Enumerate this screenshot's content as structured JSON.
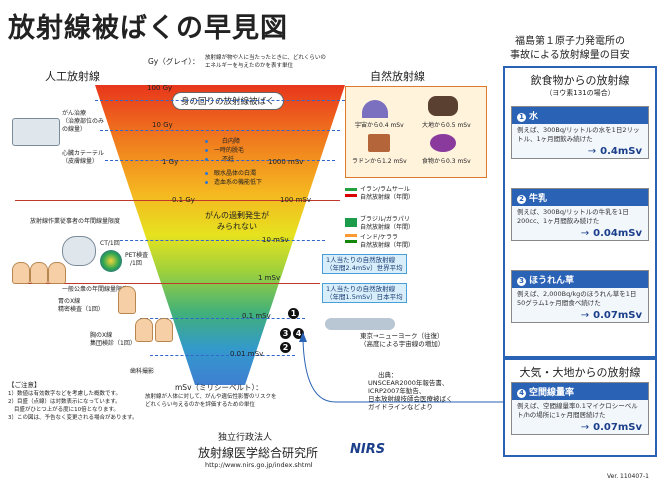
{
  "title": "放射線被ばくの早見図",
  "header": {
    "artificial": "人工放射線",
    "natural": "自然放射線",
    "gy_note_label": "Gy（グレイ）：",
    "gy_note_1": "放射線が物や人に当たったときに、どれくらいの",
    "gy_note_2": "エネルギーを与えたのかを表す単位"
  },
  "bubble": "身の回りの放射線被ばく",
  "scale": {
    "gy100": "100 Gy",
    "gy10": "10 Gy",
    "gy1": "1 Gy",
    "gy01": "0.1 Gy",
    "msv1000": "1000 mSv",
    "msv100": "100 mSv",
    "msv10": "10 mSv",
    "msv1": "1 mSv",
    "msv01": "0.1 mSv",
    "msv001": "0.01 mSv",
    "unit_label": "mSv（ミリシーベルト）：",
    "unit_note_1": "放射線が人体に対して、がんや遺伝性影響のリスクを",
    "unit_note_2": "どれくらい与えるのかを評価するための単位"
  },
  "funnel_labels": {
    "eff1": "白内障",
    "eff2": "一時的脱毛",
    "eff3": "不妊",
    "eff4": "眼水晶体の白濁",
    "eff5": "造血系の機能低下",
    "cancer_1": "がんの過剰発生が",
    "cancer_2": "みられない"
  },
  "left_labels": {
    "l1": "がん治療",
    "l2": "（治療部位のみ",
    "l3": "の線量）",
    "l4": "心臓カテーテル",
    "l5": "（皮膚線量）",
    "l6": "放射線作業従事者の年間線量限度",
    "l7": "CT/1回",
    "l8": "PET検査",
    "l9": "/1回",
    "l10": "一般公衆の年間線量限度",
    "l11": "胃のX線",
    "l12": "精密検査（1回）",
    "l13": "胸のX線",
    "l14": "集団検診（1回）",
    "l15": "歯科撮影"
  },
  "natural": {
    "n1": "宇宙から0.4 mSv",
    "n2": "大地から0.5 mSv",
    "n3": "ラドンから1.2 mSv",
    "n4": "食物から0.3 mSv",
    "f1": "イラン/ラムサール",
    "f1b": "自然放射線（年間）",
    "f2": "ブラジル/ガラパリ",
    "f2b": "自然放射線（年間）",
    "f3": "インド/ケララ",
    "f3b": "自然放射線（年間）",
    "w1": "1人当たりの自然放射線",
    "w2": "（年間2.4mSv）世界平均",
    "j1": "1人当たりの自然放射線",
    "j2": "（年間1.5mSv）日本平均",
    "flight_1": "東京→ニューヨーク（往復）",
    "flight_2": "（高度による宇宙線の増加）"
  },
  "sources": {
    "s0": "出典：",
    "s1": "UNSCEAR2000年報告書、",
    "s2": "ICRP2007年勧告、",
    "s3": "日本放射線技師会医療被ばく",
    "s4": "ガイドラインなどより"
  },
  "notes": {
    "head": "【ご注意】",
    "n1": "1）数値は有効数字などを考慮した概数です。",
    "n2": "2）目盛（点線）は対数表示になっています。",
    "n2b": "目盛がひとつ上がる度に10倍となります。",
    "n3": "3）この図は、予告なく変更される場合があります。"
  },
  "footer": {
    "inst_1": "独立行政法人",
    "inst_2": "放射線医学総合研究所",
    "logo": "NIRS",
    "url": "http://www.nirs.go.jp/index.shtml",
    "version": "Ver. 110407-1"
  },
  "panel": {
    "title_1": "福島第１原子力発電所の",
    "title_2": "事故による放射線量の目安",
    "section": "飲食物からの放射線",
    "section_sub": "（ヨウ素131の場合）",
    "items": [
      {
        "num": "1",
        "head": "水",
        "text": "例えば、300Bq/リットルの水を1日2リットル、1ヶ月間飲み続けた",
        "value": "0.4mSv"
      },
      {
        "num": "2",
        "head": "牛乳",
        "text": "例えば、300Bq/リットルの牛乳を1日200cc、1ヶ月間飲み続けた",
        "value": "0.04mSv"
      },
      {
        "num": "3",
        "head": "ほうれん草",
        "text": "例えば、2,000Bq/kgのほうれん草を1日50グラム1ヶ月間食べ続けた",
        "value": "0.07mSv"
      }
    ],
    "section2": "大気・大地からの放射線",
    "item4": {
      "num": "4",
      "head": "空間線量率",
      "text": "例えば、空間線量率0.1マイクロシーベルト/hの場所に1ヶ月間居続けた",
      "value": "0.07mSv"
    }
  },
  "markers": {
    "m1": "1",
    "m2": "2",
    "m3": "3",
    "m4": "4"
  },
  "colors": {
    "accent": "#2a62b5",
    "funnel_top": "#e8361c",
    "funnel_bottom": "#3f7fd1"
  }
}
